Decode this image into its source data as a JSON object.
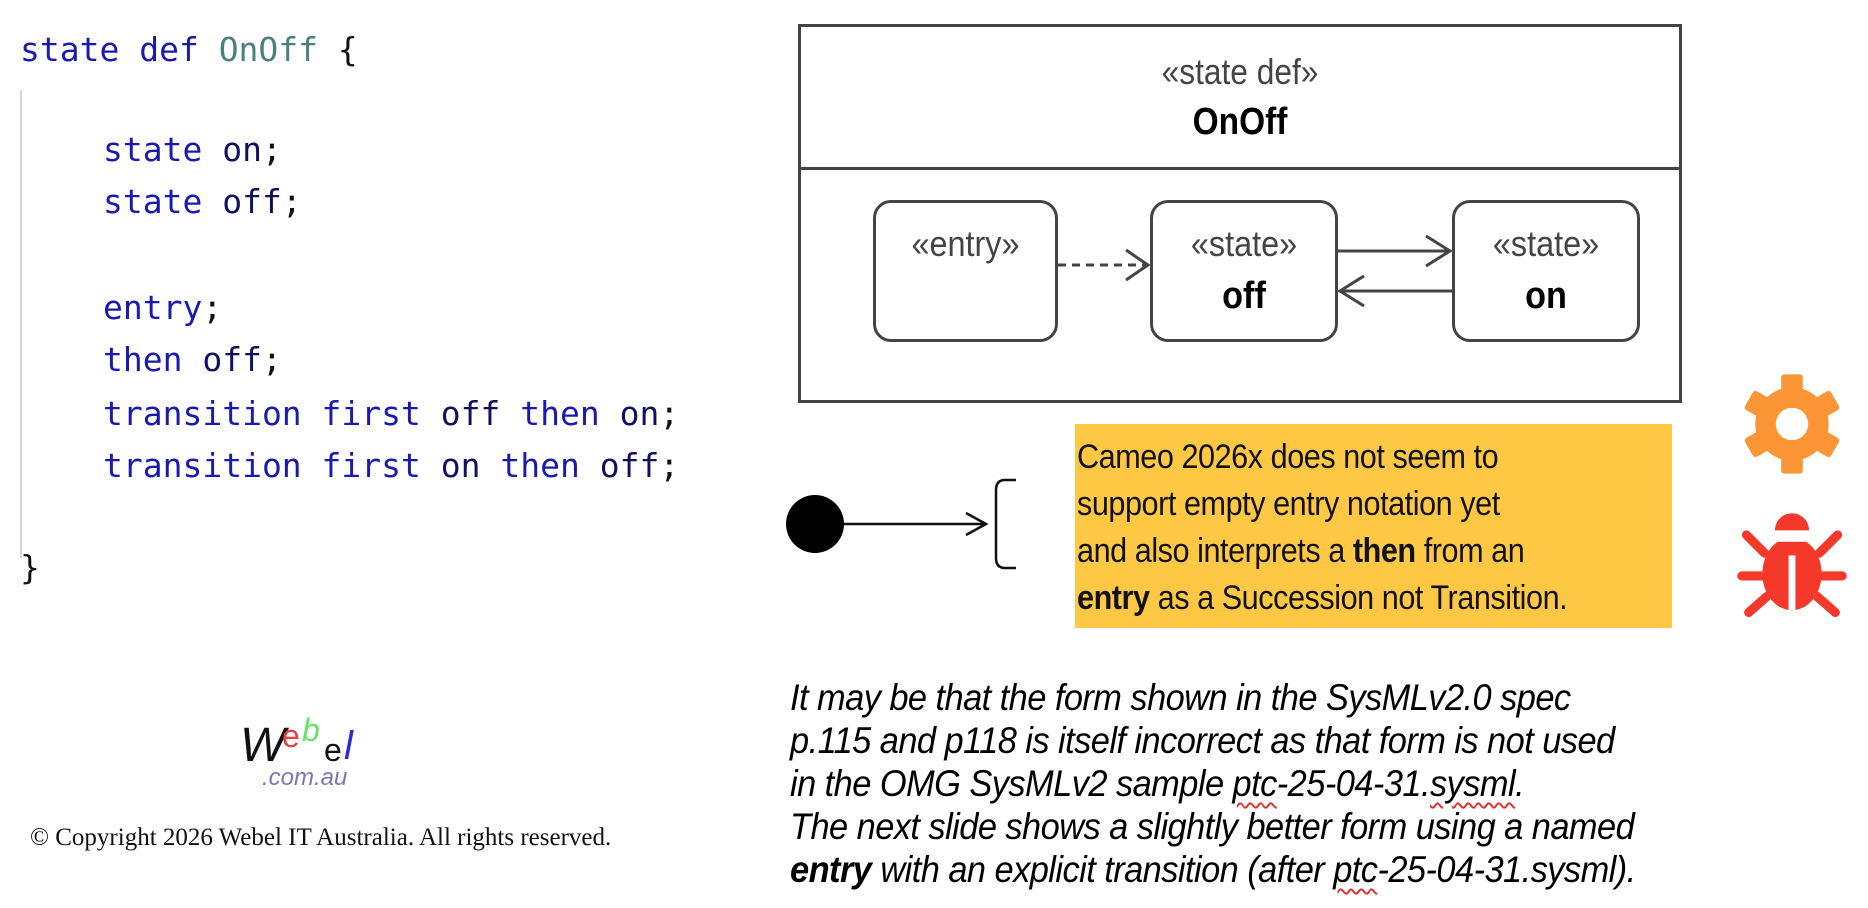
{
  "code": {
    "lines": [
      {
        "tokens": [
          {
            "t": "state def ",
            "c": "kw"
          },
          {
            "t": "OnOff",
            "c": "type"
          },
          {
            "t": " {",
            "c": "punc"
          }
        ]
      },
      {
        "tokens": [
          {
            "t": "state ",
            "c": "kw"
          },
          {
            "t": "on",
            "c": "id"
          },
          {
            "t": ";",
            "c": "punc"
          }
        ]
      },
      {
        "tokens": [
          {
            "t": "state ",
            "c": "kw"
          },
          {
            "t": "off",
            "c": "id"
          },
          {
            "t": ";",
            "c": "punc"
          }
        ]
      },
      {
        "tokens": [
          {
            "t": "entry",
            "c": "kw"
          },
          {
            "t": ";",
            "c": "punc"
          }
        ]
      },
      {
        "tokens": [
          {
            "t": "then ",
            "c": "kw"
          },
          {
            "t": "off",
            "c": "id"
          },
          {
            "t": ";",
            "c": "punc"
          }
        ]
      },
      {
        "tokens": [
          {
            "t": "transition ",
            "c": "kw"
          },
          {
            "t": "first ",
            "c": "kw"
          },
          {
            "t": "off ",
            "c": "id"
          },
          {
            "t": "then ",
            "c": "kw"
          },
          {
            "t": "on",
            "c": "id"
          },
          {
            "t": ";",
            "c": "punc"
          }
        ]
      },
      {
        "tokens": [
          {
            "t": "transition ",
            "c": "kw"
          },
          {
            "t": "first ",
            "c": "kw"
          },
          {
            "t": "on ",
            "c": "id"
          },
          {
            "t": "then ",
            "c": "kw"
          },
          {
            "t": "off",
            "c": "id"
          },
          {
            "t": ";",
            "c": "punc"
          }
        ]
      },
      {
        "tokens": [
          {
            "t": "}",
            "c": "punc"
          }
        ]
      }
    ]
  },
  "diagram": {
    "def_stereotype": "«state def»",
    "def_name": "OnOff",
    "nodes": {
      "entry": {
        "stereotype": "«entry»",
        "name": ""
      },
      "off": {
        "stereotype": "«state»",
        "name": "off"
      },
      "on": {
        "stereotype": "«state»",
        "name": "on"
      }
    },
    "edges": [
      {
        "from": "entry",
        "to": "off",
        "style": "dashed",
        "kind": "succession"
      },
      {
        "from": "off",
        "to": "on",
        "style": "solid",
        "kind": "transition"
      },
      {
        "from": "on",
        "to": "off",
        "style": "solid",
        "kind": "transition"
      }
    ]
  },
  "note": {
    "background": "#fec844",
    "lines": [
      [
        {
          "t": "Cameo 2026x does not seem to",
          "b": false
        }
      ],
      [
        {
          "t": "support empty entry notation yet",
          "b": false
        }
      ],
      [
        {
          "t": "and also interprets a ",
          "b": false
        },
        {
          "t": "then",
          "b": true
        },
        {
          "t": " from an",
          "b": false
        }
      ],
      [
        {
          "t": "entry",
          "b": true
        },
        {
          "t": " as a Succession not Transition.",
          "b": false
        }
      ]
    ]
  },
  "icons": {
    "gear": {
      "name": "gear-icon",
      "color": "#fb9535"
    },
    "bug": {
      "name": "bug-icon",
      "color": "#f4392a"
    }
  },
  "paragraph": {
    "lines": [
      [
        {
          "t": "It may be that the form shown in the SysMLv2.0 spec"
        }
      ],
      [
        {
          "t": "p.115 and p118 is itself incorrect as that form is not used"
        }
      ],
      [
        {
          "t": "in the OMG SysMLv2 sample "
        },
        {
          "t": "ptc",
          "sq": true
        },
        {
          "t": "-25-04-31."
        },
        {
          "t": "sysml",
          "sq": true
        },
        {
          "t": "."
        }
      ],
      [
        {
          "t": "The next slide shows a slightly better form using a named"
        }
      ],
      [
        {
          "t": "entry",
          "b": true
        },
        {
          "t": " with an explicit transition (after "
        },
        {
          "t": "ptc",
          "sq": true
        },
        {
          "t": "-25-04-31.sysml)."
        }
      ]
    ]
  },
  "logo": {
    "w": "W",
    "e1": "e",
    "b": "b",
    "e2": "e",
    "l": "l",
    "domain": ".com.au"
  },
  "footer": {
    "copyright": "© Copyright 2026 Webel IT Australia. All rights reserved."
  }
}
